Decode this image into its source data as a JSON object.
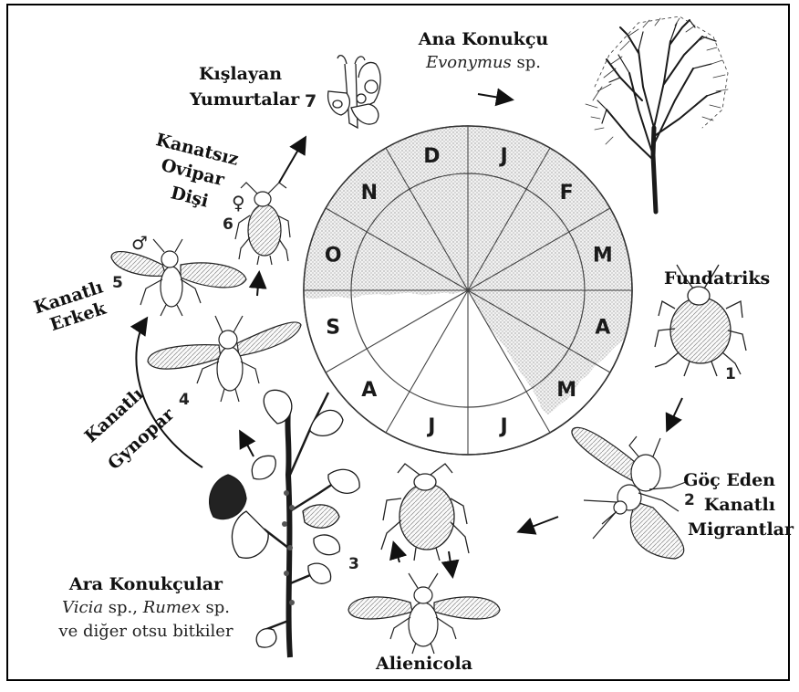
{
  "wheel": {
    "months": [
      "J",
      "F",
      "M",
      "A",
      "M",
      "J",
      "J",
      "A",
      "S",
      "O",
      "N",
      "D"
    ]
  },
  "labels": {
    "primary_host": {
      "title": "Ana Konukçu",
      "genus": "Evonymus",
      "suffix": " sp."
    },
    "fundatrix": {
      "title": "Fundatriks",
      "number": "1"
    },
    "migrants": {
      "line1": "Göç Eden",
      "line2": "Kanatlı",
      "line3": "Migrantlar",
      "number": "2"
    },
    "alienicola": {
      "title": "Alienicola",
      "number": "3"
    },
    "secondary_host": {
      "title": "Ara Konukçular",
      "genus1": "Vicia",
      "mid": " sp., ",
      "genus2": "Rumex",
      "suffix": " sp.",
      "line3": "ve diğer otsu bitkiler"
    },
    "gynopara": {
      "line1": "Kanatlı",
      "line2": "Gynopar",
      "number": "4"
    },
    "male": {
      "line1": "Kanatlı",
      "line2": "Erkek",
      "number": "5",
      "symbol": "♂"
    },
    "ovipara": {
      "line1": "Kanatsız",
      "line2": "Ovipar",
      "line3": "Dişi",
      "number": "6",
      "symbol": "♀"
    },
    "eggs": {
      "line1": "Kışlayan",
      "line2": "Yumurtalar",
      "number": "7"
    }
  }
}
